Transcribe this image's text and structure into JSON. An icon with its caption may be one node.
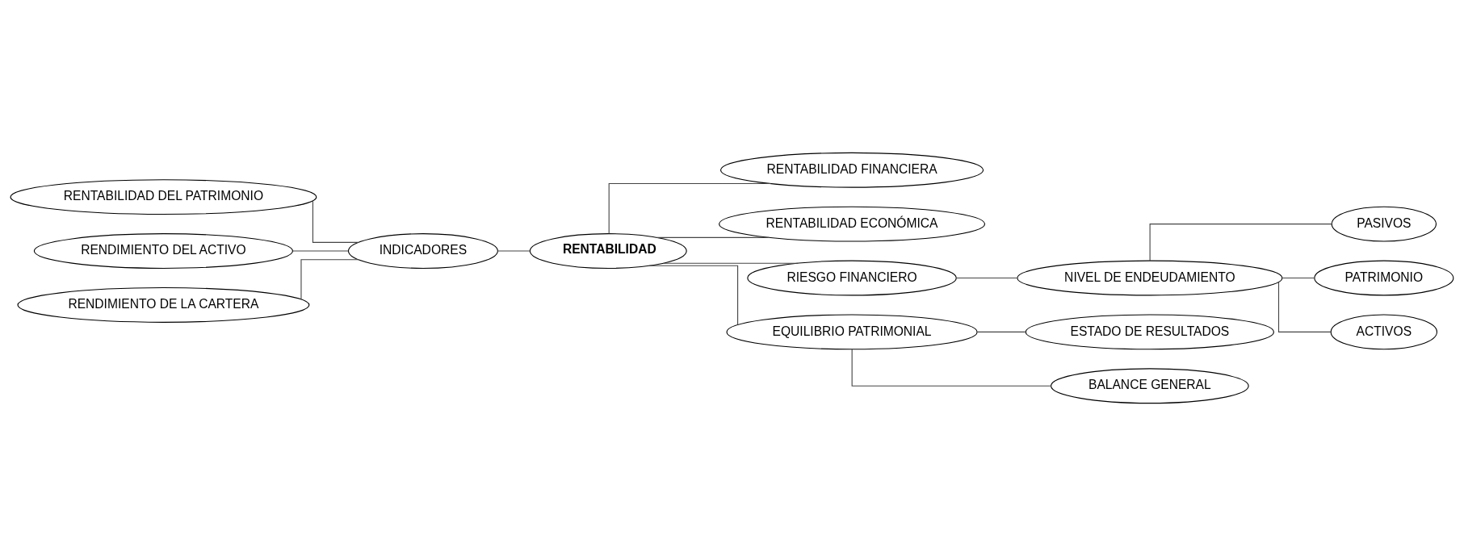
{
  "diagram": {
    "nodes": [
      {
        "text": [
          "RENTABILIDAD DEL PATRIMONIO"
        ]
      },
      {
        "text": [
          "RENTABILIDAD FINANCIERA"
        ]
      },
      {
        "text": [
          "RENTABILIDAD ECONÓMICA"
        ]
      },
      {
        "text": [
          "RENDIMIENTO DEL ACTIVO"
        ]
      },
      {
        "text": [
          "INDICADORES"
        ]
      },
      {
        "text": [
          "RENTABILIDAD"
        ]
      },
      {
        "text": [
          "RIESGO FINANCIERO"
        ]
      },
      {
        "text": [
          "NIVEL DE ENDEUDAMIENTO"
        ]
      },
      {
        "text": [
          "PASIVOS"
        ]
      },
      {
        "text": [
          "PATRIMONIO"
        ]
      },
      {
        "text": [
          "ACTIVOS"
        ]
      },
      {
        "text": [
          "RENDIMIENTO DE LA CARTERA"
        ]
      },
      {
        "text": [
          "EQUILIBRIO PATRIMONIAL"
        ]
      },
      {
        "text": [
          "ESTADO DE RESULTADOS"
        ]
      },
      {
        "text": [
          "BALANCE GENERAL"
        ]
      }
    ],
    "edges": [
      {
        "from": 0,
        "to": 4,
        "arrow": "none"
      },
      {
        "from": 3,
        "to": 4,
        "arrow": "none"
      },
      {
        "from": 11,
        "to": 4,
        "arrow": "none"
      },
      {
        "from": 4,
        "to": 5,
        "arrow": "none"
      },
      {
        "from": 5,
        "to": 1,
        "arrow": "none"
      },
      {
        "from": 5,
        "to": 2,
        "arrow": "none"
      },
      {
        "from": 5,
        "to": 6,
        "arrow": "none"
      },
      {
        "from": 5,
        "to": 12,
        "arrow": "none"
      },
      {
        "from": 6,
        "to": 7,
        "arrow": "none"
      },
      {
        "from": 7,
        "to": 8,
        "arrow": "none"
      },
      {
        "from": 7,
        "to": 9,
        "arrow": "none"
      },
      {
        "from": 7,
        "to": 10,
        "arrow": "none"
      },
      {
        "from": 12,
        "to": 13,
        "arrow": "none"
      },
      {
        "from": 12,
        "to": 14,
        "arrow": "none"
      }
    ]
  }
}
